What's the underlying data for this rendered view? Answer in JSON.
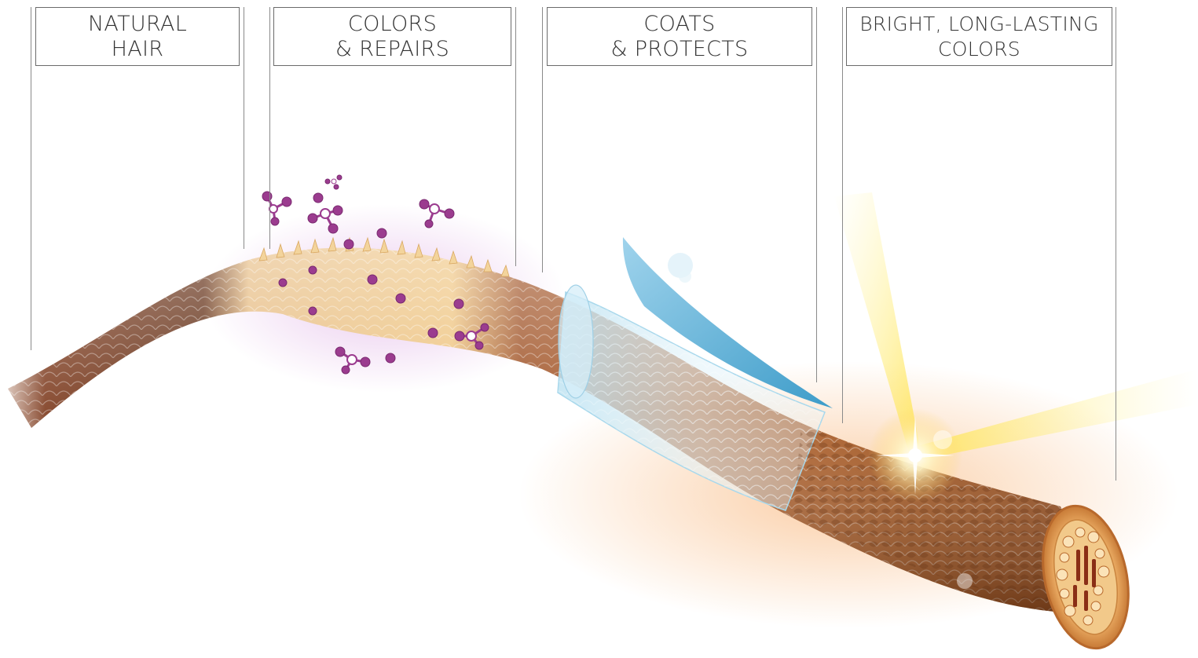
{
  "stages": [
    {
      "id": "natural-hair",
      "line1": "NATURAL",
      "line2": "HAIR"
    },
    {
      "id": "colors-repairs",
      "line1": "COLORS",
      "line2": "& REPAIRS"
    },
    {
      "id": "coats-protects",
      "line1": "COATS",
      "line2": "& PROTECTS"
    },
    {
      "id": "bright-colors",
      "line1": "BRIGHT, LONG-LASTING",
      "line2": "COLORS"
    }
  ],
  "colors": {
    "natural_hair": "#6b3a22",
    "repaired_hair": "#f0c98a",
    "color_molecule": "#9b3c8f",
    "protective_film": "#6ab4d6",
    "colored_hair": "#b5652a",
    "shine": "#fff3a0"
  }
}
